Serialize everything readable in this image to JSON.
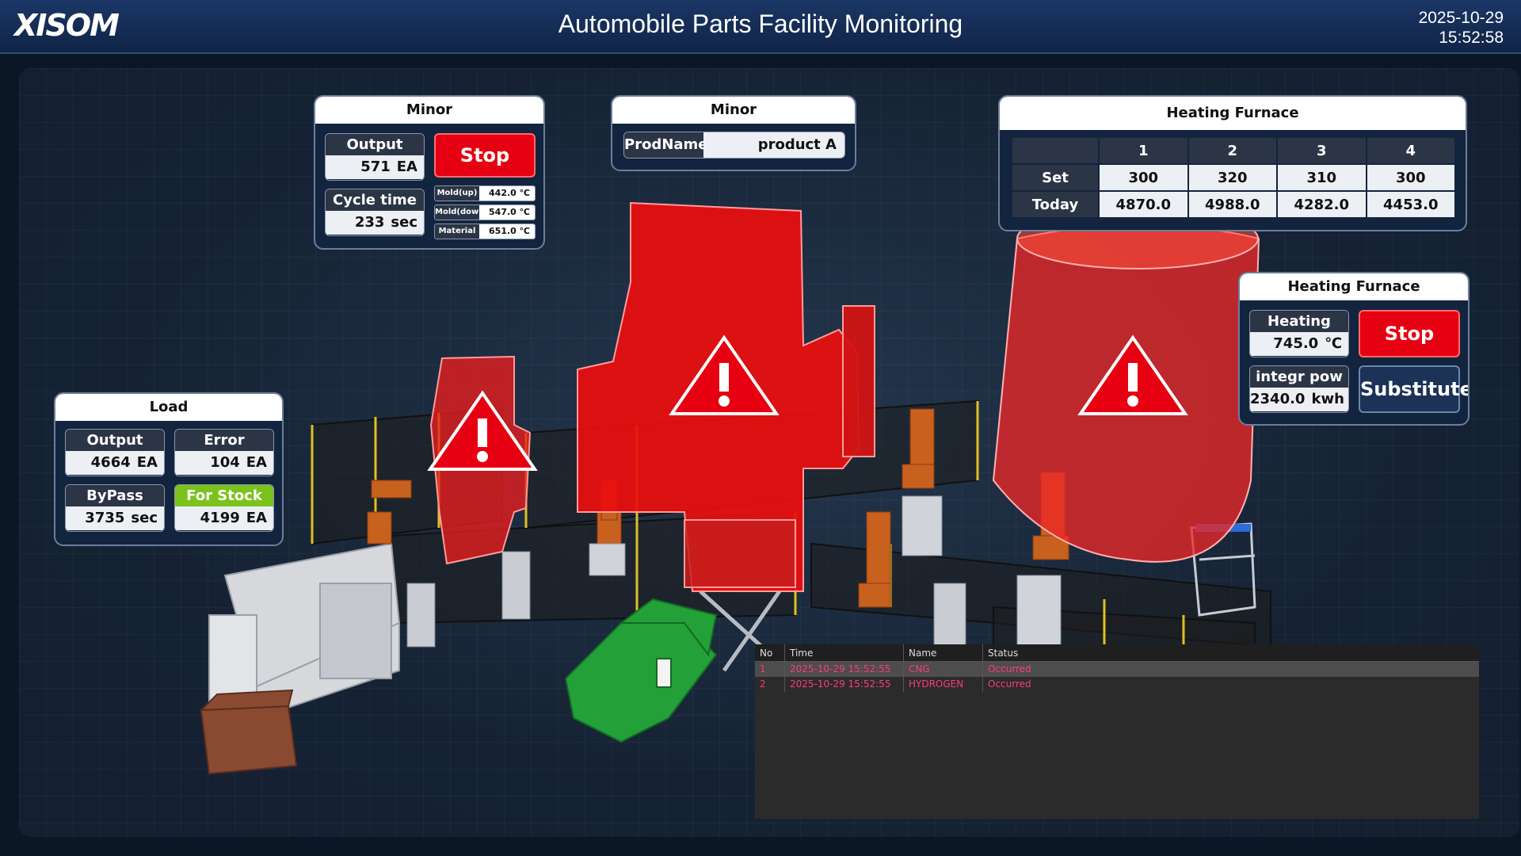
{
  "header": {
    "logo": "XISOM",
    "title": "Automobile Parts Facility Monitoring",
    "date": "2025-10-29",
    "time": "15:52:58"
  },
  "minor_press": {
    "title": "Minor",
    "output_label": "Output",
    "output_value": "571",
    "output_unit": "EA",
    "cycle_label": "Cycle time",
    "cycle_value": "233",
    "cycle_unit": "sec",
    "stop_label": "Stop",
    "temps": [
      {
        "label": "Mold(up)",
        "value": "442.0",
        "unit": "℃"
      },
      {
        "label": "Mold(down)",
        "value": "547.0",
        "unit": "℃"
      },
      {
        "label": "Material",
        "value": "651.0",
        "unit": "℃"
      }
    ]
  },
  "minor_product": {
    "title": "Minor",
    "prod_label": "ProdName",
    "prod_value": "product A"
  },
  "heating_table": {
    "title": "Heating Furnace",
    "columns": [
      "1",
      "2",
      "3",
      "4"
    ],
    "rows": [
      {
        "label": "Set",
        "values": [
          "300",
          "320",
          "310",
          "300"
        ]
      },
      {
        "label": "Today",
        "values": [
          "4870.0",
          "4988.0",
          "4282.0",
          "4453.0"
        ]
      }
    ]
  },
  "heating_status": {
    "title": "Heating Furnace",
    "heating_label": "Heating",
    "heating_value": "745.0",
    "heating_unit": "℃",
    "pow_label": "integr pow",
    "pow_value": "2340.0",
    "pow_unit": "kwh",
    "stop_label": "Stop",
    "substitute_label": "Substitute"
  },
  "load": {
    "title": "Load",
    "output_label": "Output",
    "output_value": "4664",
    "output_unit": "EA",
    "error_label": "Error",
    "error_value": "104",
    "error_unit": "EA",
    "bypass_label": "ByPass",
    "bypass_value": "3735",
    "bypass_unit": "sec",
    "stock_label": "For Stock",
    "stock_value": "4199",
    "stock_unit": "EA"
  },
  "alarm_log": {
    "headers": [
      "No",
      "Time",
      "Name",
      "Status"
    ],
    "rows": [
      {
        "no": "1",
        "time": "2025-10-29 15:52:55",
        "name": "CNG",
        "status": "Occurred"
      },
      {
        "no": "2",
        "time": "2025-10-29 15:52:55",
        "name": "HYDROGEN",
        "status": "Occurred"
      }
    ]
  },
  "colors": {
    "alarm_red": "#e60012",
    "stock_green": "#7cc21c",
    "header_blue": "#1b3766",
    "log_text": "#ff3a7a"
  },
  "icons": [
    "warning-triangle-icon"
  ]
}
